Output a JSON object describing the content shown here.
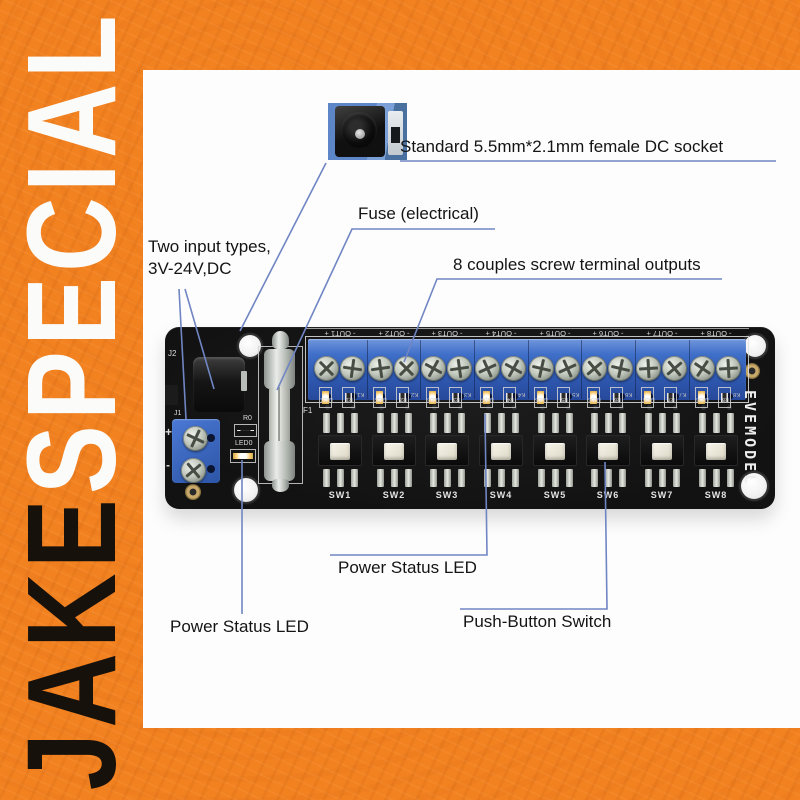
{
  "frame": {
    "brand_bottom_word": "JAKE",
    "brand_top_word": "SPECIAL"
  },
  "annotations": {
    "dc_socket": "Standard 5.5mm*2.1mm female DC socket",
    "fuse": "Fuse (electrical)",
    "outputs": "8 couples screw terminal outputs",
    "inputs_line1": "Two input types,",
    "inputs_line2": "3V-24V,DC",
    "power_led_bottom_left": "Power Status LED",
    "power_led_middle": "Power Status LED",
    "push_button": "Push-Button Switch"
  },
  "board": {
    "brand": "EVEMODEL",
    "silkscreen": {
      "j2": "J2",
      "j1": "J1",
      "f1": "F1",
      "r0": "R0",
      "led0": "LED0",
      "plus": "+",
      "minus": "-"
    },
    "channels": [
      {
        "out": "- OUT1 +",
        "led": "LED1",
        "res": "R1",
        "k": "K1",
        "sw": "SW1"
      },
      {
        "out": "- OUT2 +",
        "led": "LED2",
        "res": "R2",
        "k": "K2",
        "sw": "SW2"
      },
      {
        "out": "- OUT3 +",
        "led": "LED3",
        "res": "R3",
        "k": "K3",
        "sw": "SW3"
      },
      {
        "out": "- OUT4 +",
        "led": "LED4",
        "res": "R4",
        "k": "K4",
        "sw": "SW4"
      },
      {
        "out": "- OUT5 +",
        "led": "LED5",
        "res": "R5",
        "k": "K5",
        "sw": "SW5"
      },
      {
        "out": "- OUT6 +",
        "led": "LED6",
        "res": "R6",
        "k": "K6",
        "sw": "SW6"
      },
      {
        "out": "- OUT7 +",
        "led": "LED7",
        "res": "R7",
        "k": "K7",
        "sw": "SW7"
      },
      {
        "out": "- OUT8 +",
        "led": "LED8",
        "res": "R8",
        "k": "K8",
        "sw": "SW8"
      }
    ]
  },
  "colors": {
    "orange": "#f28120",
    "callout_line": "#7085c3",
    "terminal_blue": "#3a66c2",
    "pcb_black": "#151515",
    "button_cream": "#efecdd"
  }
}
